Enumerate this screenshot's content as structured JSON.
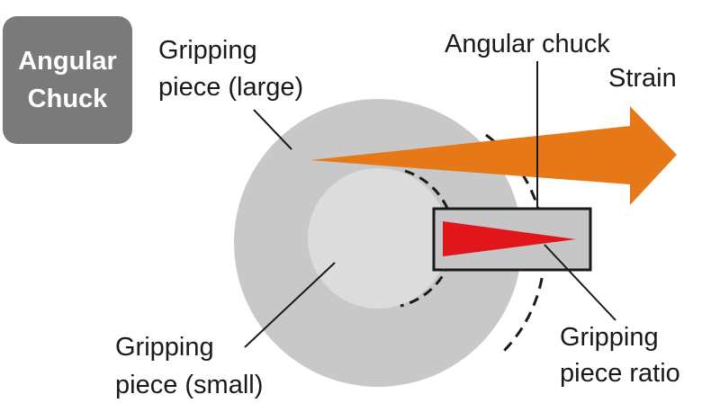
{
  "badge": {
    "line1": "Angular",
    "line2": "Chuck"
  },
  "labels": {
    "gripping_large_line1": "Gripping",
    "gripping_large_line2": "piece (large)",
    "angular_chuck": "Angular chuck",
    "strain": "Strain",
    "gripping_small_line1": "Gripping",
    "gripping_small_line2": "piece (small)",
    "ratio_line1": "Gripping",
    "ratio_line2": "piece ratio"
  },
  "colors": {
    "badge": "#7a7a7a",
    "large_piece": "#c8c8c8",
    "small_piece": "#dcdcdc",
    "strain_arrow": "#e67817",
    "ratio_triangle": "#e0161b",
    "ratio_box": "#c6c6c6",
    "lines": "#1a1a1a"
  }
}
